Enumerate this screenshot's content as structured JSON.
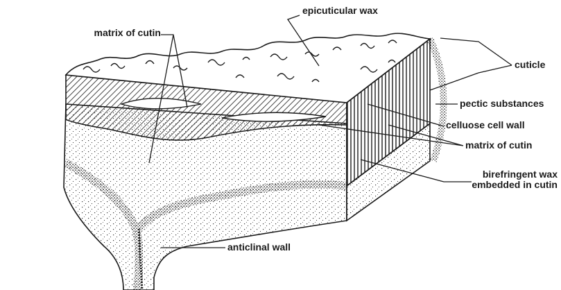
{
  "labels": {
    "epicuticular_wax": "epicuticular wax",
    "matrix_of_cutin_top": "matrix of cutin",
    "cuticle": "cuticle",
    "pectic_substances": "pectic substances",
    "celluose_cell_wall": "celluose cell wall",
    "matrix_of_cutin_right": "matrix of cutin",
    "birefringent_wax_line1": "birefringent wax",
    "birefringent_wax_line2": "embedded in cutin",
    "anticlinal_wall": "anticlinal wall"
  },
  "colors": {
    "ink": "#1a1a1a",
    "background": "#ffffff"
  }
}
